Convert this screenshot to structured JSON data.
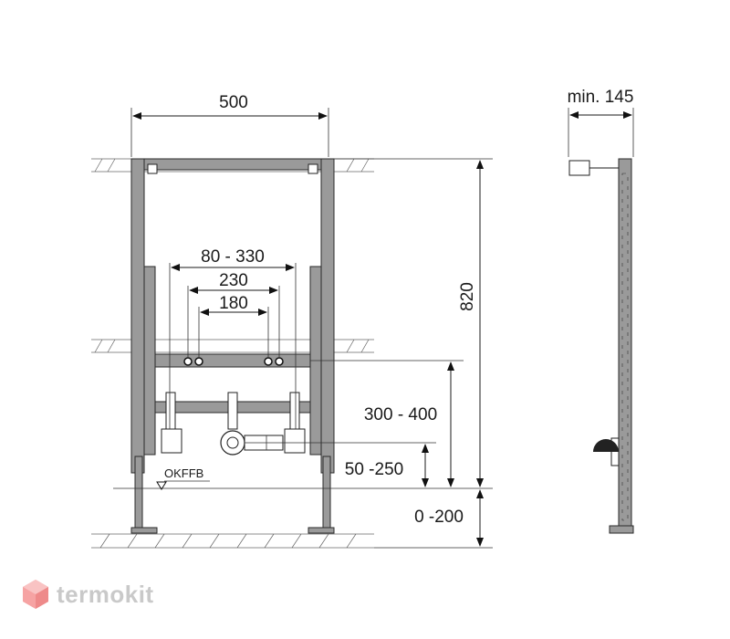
{
  "dimensions": {
    "width_top": "500",
    "side_depth": "min. 145",
    "height_total": "820",
    "range_outer": "80 - 330",
    "spacing_mid": "230",
    "spacing_inner": "180",
    "bracket_height": "300 - 400",
    "drain_height": "50 -250",
    "foot_range": "0 -200",
    "floor_reference": "OKFFB"
  },
  "brand": {
    "name": "termokit",
    "logo_color": "#f07a7a"
  }
}
